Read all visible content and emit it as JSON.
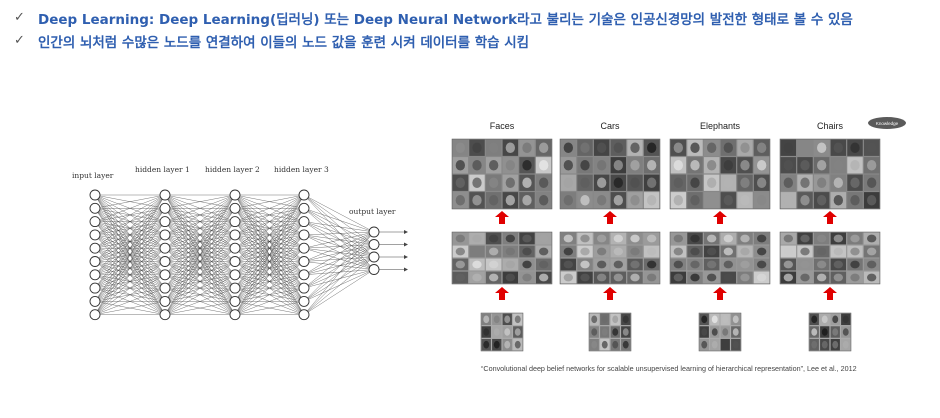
{
  "bullets": [
    {
      "mark": "✓",
      "text": "Deep Learning: Deep Learning(딥러닝) 또는 Deep Neural Network라고 불리는 기술은 인공신경망의 발전한 형태로 볼 수 있음"
    },
    {
      "mark": "✓",
      "text": "인간의 뇌처럼 수많은 노드를 연결하여 이들의 노드 값을 훈련 시켜 데이터를 학습 시킴"
    }
  ],
  "network": {
    "layer_labels": [
      "input layer",
      "hidden layer 1",
      "hidden layer 2",
      "hidden layer 3",
      "output layer"
    ]
  },
  "features": {
    "categories": [
      "Faces",
      "Cars",
      "Elephants",
      "Chairs"
    ],
    "badge": "Knowledge"
  },
  "caption": "“Convolutional deep belief networks for scalable unsupervised learning of hierarchical representation”, Lee et al., 2012"
}
